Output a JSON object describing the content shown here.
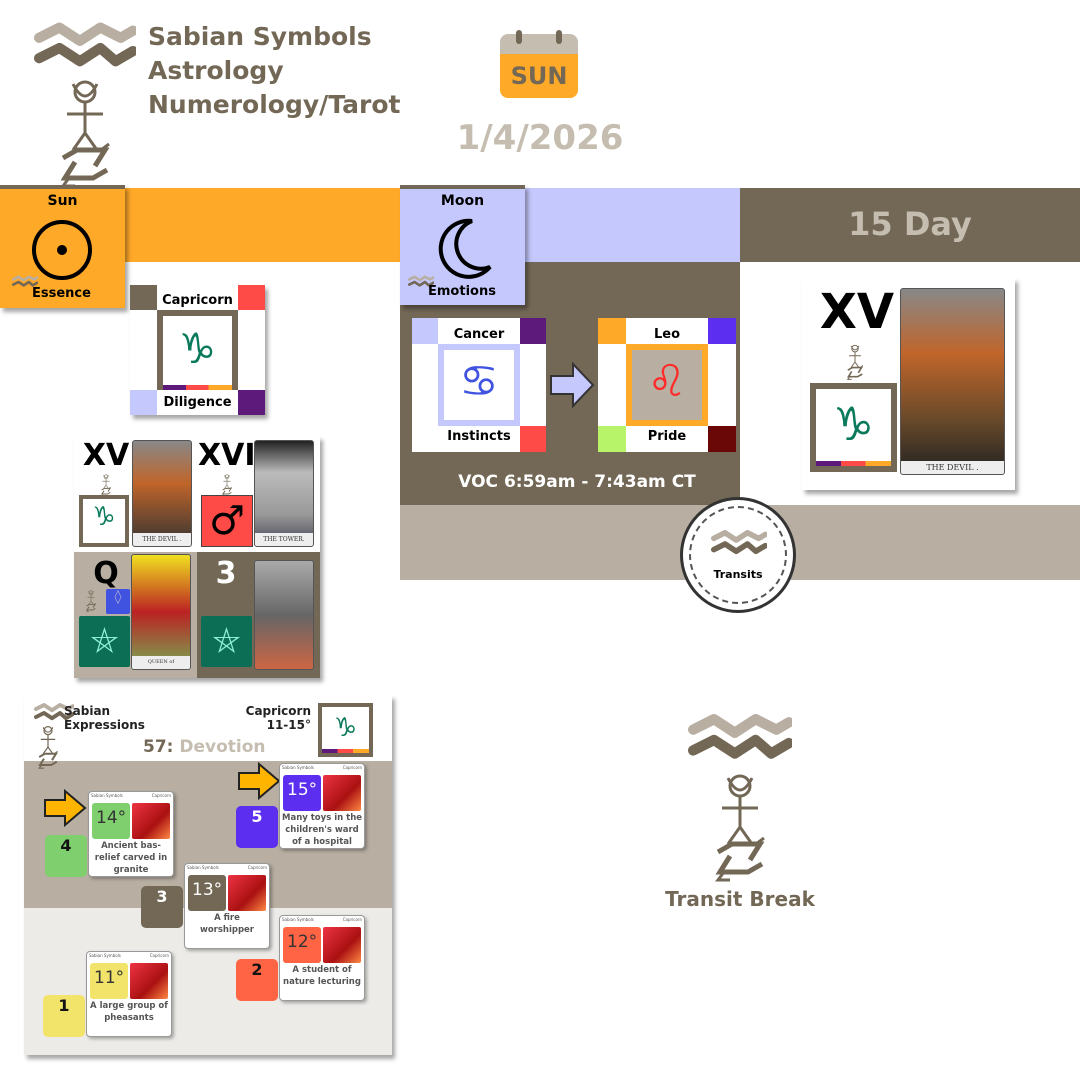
{
  "header": {
    "title_lines": [
      "Sabian Symbols",
      "Astrology",
      "Numerology/Tarot"
    ],
    "calendar_day": "SUN",
    "date": "1/4/2026"
  },
  "sun": {
    "label": "Sun",
    "sub": "Essence"
  },
  "moon": {
    "label": "Moon",
    "sub": "Emotions"
  },
  "day": {
    "label": "15 Day"
  },
  "sun_sign": {
    "sign": "Capricorn",
    "keyword": "Diligence",
    "glyph": "♑"
  },
  "moon_signs": [
    {
      "sign": "Cancer",
      "keyword": "Instincts",
      "glyph": "♋"
    },
    {
      "sign": "Leo",
      "keyword": "Pride",
      "glyph": "♌"
    }
  ],
  "voc": "VOC 6:59am - 7:43am CT",
  "transits": "Transits",
  "day_card": {
    "numeral": "XV",
    "glyph": "♑",
    "card_label": "THE DEVIL ."
  },
  "tarot_grid": [
    {
      "numeral": "XV",
      "glyph": "♑",
      "card_label": "THE DEVIL ."
    },
    {
      "numeral": "XVI",
      "glyph": "♂",
      "card_label": "THE TOWER."
    },
    {
      "numeral": "Q",
      "glyph": "⛤",
      "card_label": "QUEEN of PENTACLES"
    },
    {
      "numeral": "3",
      "glyph": "⛤",
      "card_label": ""
    }
  ],
  "sabian": {
    "title_lines": [
      "Sabian",
      "Expressions"
    ],
    "sign_lines": [
      "Capricorn",
      "11-15°"
    ],
    "number": "57:",
    "theme": "Devotion",
    "card_header": [
      "Sabian Symbols",
      "Capricorn"
    ],
    "cards": [
      {
        "degree": "14°",
        "text": "Ancient bas-relief carved in granite",
        "num": "4",
        "color": "#7fcf6e",
        "current": true
      },
      {
        "degree": "15°",
        "text": "Many toys in the children's ward of a hospital",
        "num": "5",
        "color": "#5b2ef0",
        "current": true
      },
      {
        "degree": "13°",
        "text": "A fire worshipper",
        "num": "3",
        "color": "#736856",
        "current": false
      },
      {
        "degree": "12°",
        "text": "A student of nature lecturing",
        "num": "2",
        "color": "#ff6545",
        "current": false
      },
      {
        "degree": "11°",
        "text": "A large group of pheasants",
        "num": "1",
        "color": "#f2e36a",
        "current": false
      }
    ]
  },
  "transit_break": "Transit Break",
  "colors": {
    "brown": "#736856",
    "taupe": "#b8afa2",
    "orange": "#ffa928",
    "lavender": "#c5c8fc",
    "teal": "#0b7a5c"
  }
}
